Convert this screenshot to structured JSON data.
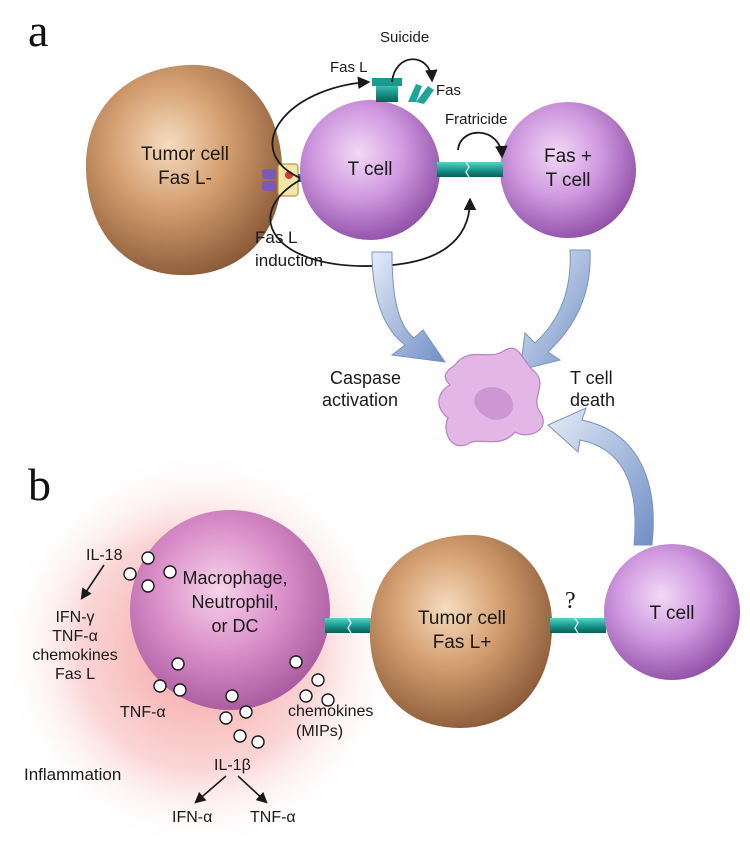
{
  "panels": {
    "a": "a",
    "b": "b"
  },
  "panel_a": {
    "tumor_cell": {
      "line1": "Tumor cell",
      "line2": "Fas L-"
    },
    "t_cell": "T cell",
    "fas_t_cell": {
      "line1": "Fas +",
      "line2": "T cell"
    },
    "fas_l": "Fas L",
    "fas": "Fas",
    "suicide": "Suicide",
    "fratricide": "Fratricide",
    "fas_l_induction": {
      "line1": "Fas L",
      "line2": "induction"
    },
    "caspase_activation": {
      "line1": "Caspase",
      "line2": "activation"
    },
    "t_cell_death": {
      "line1": "T cell",
      "line2": "death"
    }
  },
  "panel_b": {
    "macrophage": {
      "line1": "Macrophage,",
      "line2": "Neutrophil,",
      "line3": "or DC"
    },
    "tumor_cell": {
      "line1": "Tumor cell",
      "line2": "Fas L+"
    },
    "t_cell": "T cell",
    "question": "?",
    "il18": "IL-18",
    "il18_products": [
      "IFN-γ",
      "TNF-α",
      "chemokines",
      "Fas L"
    ],
    "tnf_alpha": "TNF-α",
    "chemokines_mips": {
      "line1": "chemokines",
      "line2": "(MIPs)"
    },
    "il1b": "IL-1β",
    "il1b_products": [
      "IFN-α",
      "TNF-α"
    ],
    "inflammation": "Inflammation"
  },
  "colors": {
    "tumor": "#b5784a",
    "t_cell": "#b26cc4",
    "connector": "#1f9a92",
    "inflammation_glow": "#f08f8f",
    "arrow_fill": "#8aa6d6"
  }
}
